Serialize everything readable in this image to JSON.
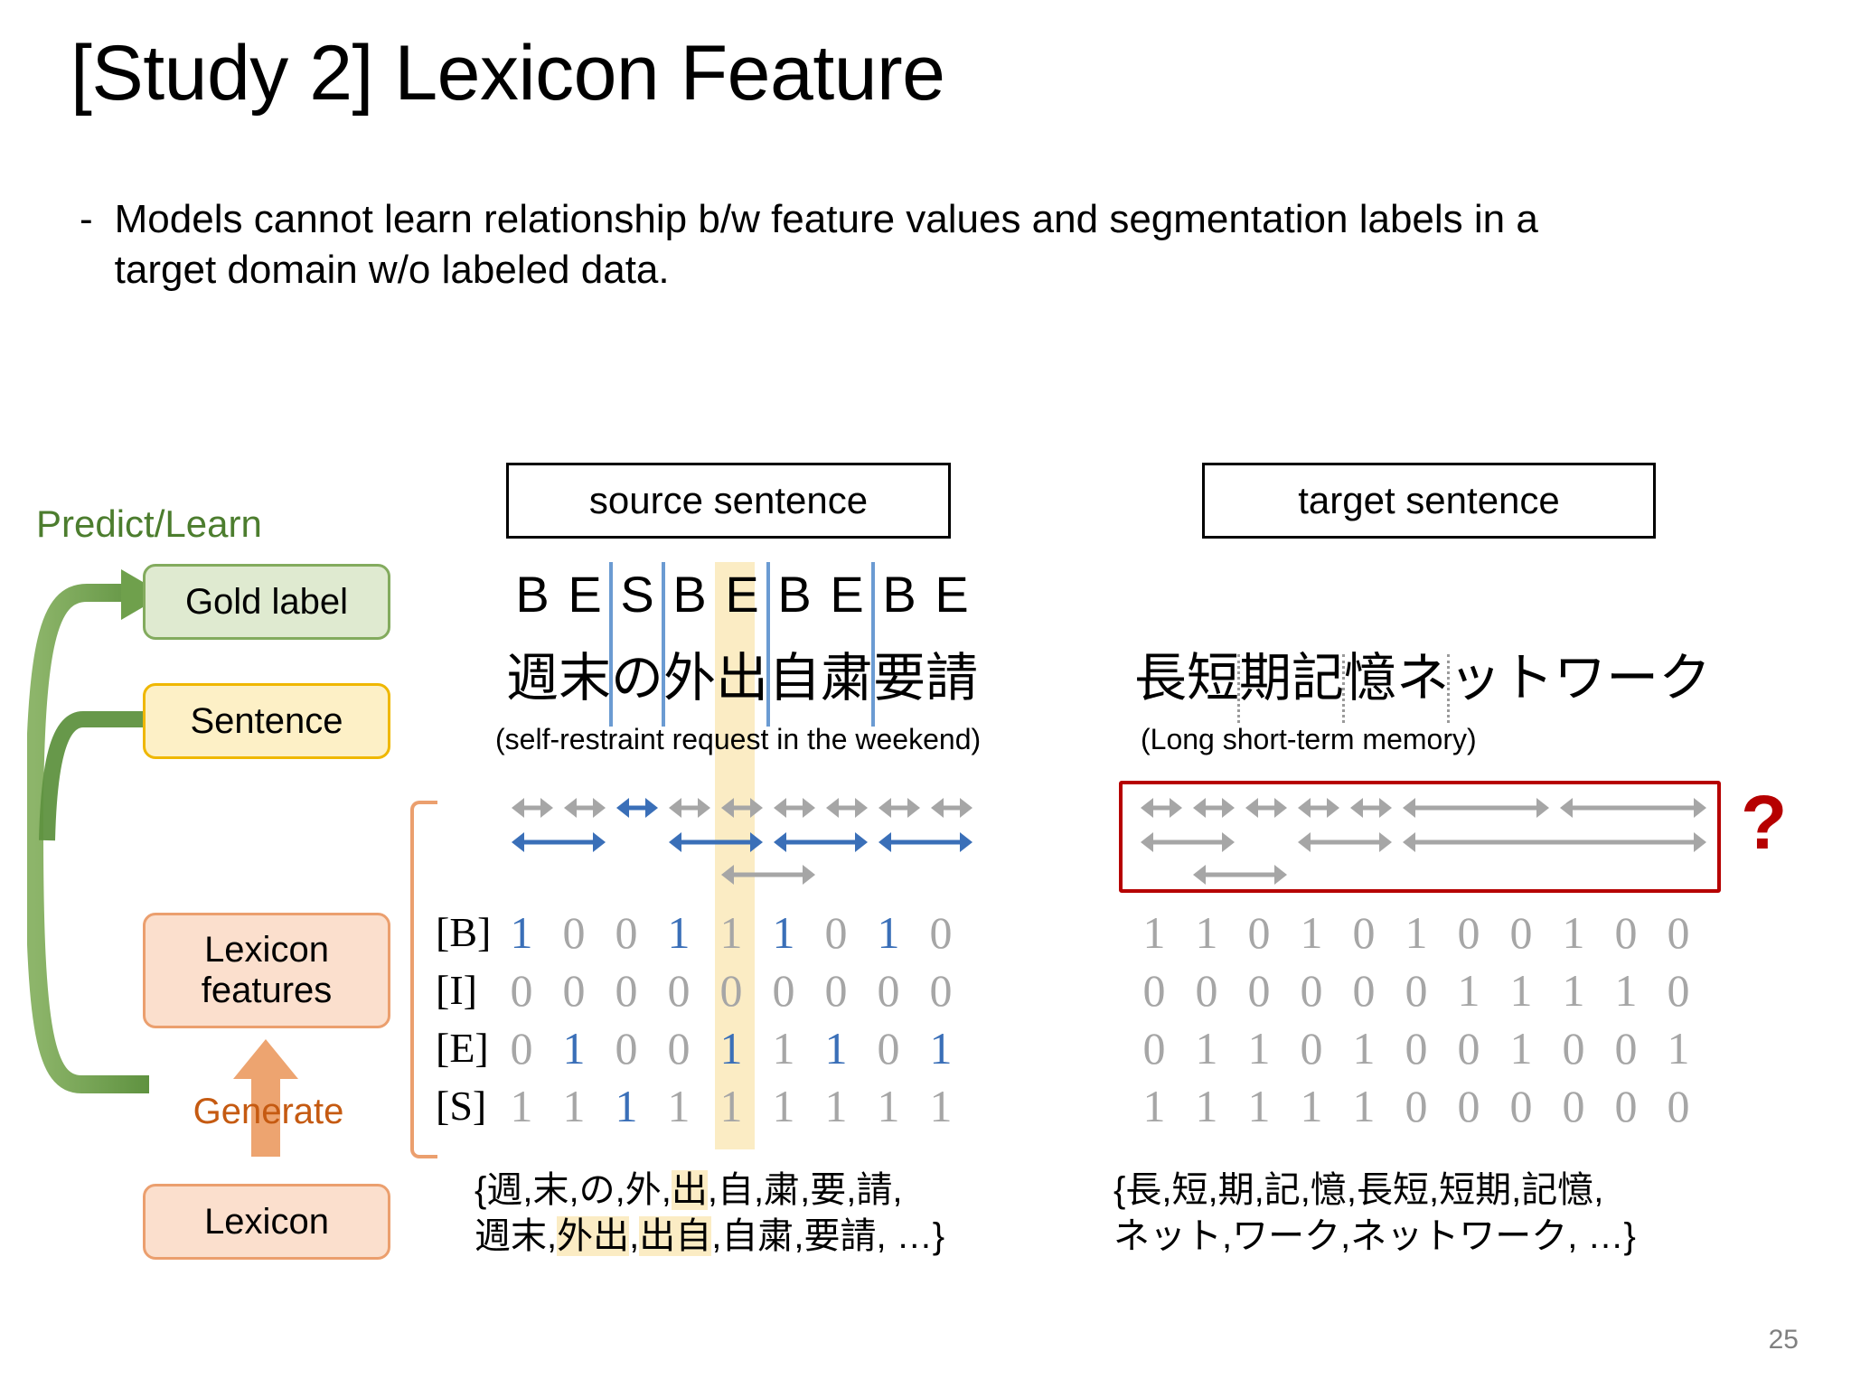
{
  "slide": {
    "title": "[Study 2] Lexicon Feature",
    "bullet_marker": "-",
    "bullet_text": "Models cannot learn relationship b/w feature values and segmentation labels in a target domain w/o labeled data.",
    "page_number": "25"
  },
  "sidebar": {
    "predict_learn_label": "Predict/Learn",
    "generate_label": "Generate",
    "boxes": [
      {
        "id": "gold-label",
        "label": "Gold label",
        "fill": "#dfead0",
        "border": "#83ab5e"
      },
      {
        "id": "sentence",
        "label": "Sentence",
        "fill": "#fdf0c6",
        "border": "#efb700"
      },
      {
        "id": "lexicon-features",
        "label": "Lexicon features",
        "fill": "#fbdfcd",
        "border": "#eb9f6e"
      },
      {
        "id": "lexicon",
        "label": "Lexicon",
        "fill": "#fbdfcd",
        "border": "#eb9f6e"
      }
    ]
  },
  "columns": {
    "source_header": "source sentence",
    "target_header": "target sentence"
  },
  "source": {
    "bies_labels": [
      "B",
      "E",
      "S",
      "B",
      "E",
      "B",
      "E",
      "B",
      "E"
    ],
    "characters": [
      "週",
      "末",
      "の",
      "外",
      "出",
      "自",
      "粛",
      "要",
      "請"
    ],
    "gloss": "(self-restraint request in the weekend)",
    "boundaries_after_index": [
      2,
      3,
      5,
      7
    ],
    "highlight_index": 5,
    "row_labels": [
      "[B]",
      "[I]",
      "[E]",
      "[S]"
    ],
    "matrix": [
      {
        "label": "[B]",
        "values": [
          "1",
          "0",
          "0",
          "1",
          "1",
          "1",
          "0",
          "1",
          "0"
        ],
        "blue": [
          0,
          3,
          5,
          7
        ]
      },
      {
        "label": "[I]",
        "values": [
          "0",
          "0",
          "0",
          "0",
          "0",
          "0",
          "0",
          "0",
          "0"
        ],
        "blue": []
      },
      {
        "label": "[E]",
        "values": [
          "0",
          "1",
          "0",
          "0",
          "1",
          "1",
          "1",
          "0",
          "1"
        ],
        "blue": [
          1,
          4,
          6,
          8
        ]
      },
      {
        "label": "[S]",
        "values": [
          "1",
          "1",
          "1",
          "1",
          "1",
          "1",
          "1",
          "1",
          "1"
        ],
        "blue": [
          2
        ]
      }
    ],
    "arrows": {
      "unigrams": [
        {
          "start": 0,
          "span": 1,
          "color": "gray"
        },
        {
          "start": 1,
          "span": 1,
          "color": "gray"
        },
        {
          "start": 2,
          "span": 1,
          "color": "blue"
        },
        {
          "start": 3,
          "span": 1,
          "color": "gray"
        },
        {
          "start": 4,
          "span": 1,
          "color": "gray"
        },
        {
          "start": 5,
          "span": 1,
          "color": "gray"
        },
        {
          "start": 6,
          "span": 1,
          "color": "gray"
        },
        {
          "start": 7,
          "span": 1,
          "color": "gray"
        },
        {
          "start": 8,
          "span": 1,
          "color": "gray"
        }
      ],
      "bigrams_row2": [
        {
          "start": 0,
          "span": 2,
          "color": "blue"
        },
        {
          "start": 3,
          "span": 2,
          "color": "blue"
        },
        {
          "start": 5,
          "span": 2,
          "color": "blue"
        },
        {
          "start": 7,
          "span": 2,
          "color": "blue"
        }
      ],
      "bigrams_row3": [
        {
          "start": 4,
          "span": 2,
          "color": "gray"
        }
      ]
    },
    "lexicon_line1": "{週,末,の,外,出,自,粛,要,請,",
    "lexicon_line2": "週末,外出,出自,自粛,要請, …}",
    "lexicon_tokens_line1": [
      {
        "t": "{",
        "hl": false
      },
      {
        "t": "週",
        "hl": false
      },
      {
        "t": ",",
        "hl": false
      },
      {
        "t": "末",
        "hl": false
      },
      {
        "t": ",",
        "hl": false
      },
      {
        "t": "の",
        "hl": false
      },
      {
        "t": ",",
        "hl": false
      },
      {
        "t": "外",
        "hl": false
      },
      {
        "t": ",",
        "hl": false
      },
      {
        "t": "出",
        "hl": true
      },
      {
        "t": ",",
        "hl": false
      },
      {
        "t": "自",
        "hl": false
      },
      {
        "t": ",",
        "hl": false
      },
      {
        "t": "粛",
        "hl": false
      },
      {
        "t": ",",
        "hl": false
      },
      {
        "t": "要",
        "hl": false
      },
      {
        "t": ",",
        "hl": false
      },
      {
        "t": "請",
        "hl": false
      },
      {
        "t": ",",
        "hl": false
      }
    ],
    "lexicon_tokens_line2": [
      {
        "t": "週末",
        "hl": false
      },
      {
        "t": ",",
        "hl": false
      },
      {
        "t": "外出",
        "hl": true
      },
      {
        "t": ",",
        "hl": false
      },
      {
        "t": "出自",
        "hl": true
      },
      {
        "t": ",",
        "hl": false
      },
      {
        "t": "自粛",
        "hl": false
      },
      {
        "t": ",",
        "hl": false
      },
      {
        "t": "要請",
        "hl": false
      },
      {
        "t": ", …}",
        "hl": false
      }
    ]
  },
  "target": {
    "characters": [
      "長",
      "短",
      "期",
      "記",
      "憶",
      "ネ",
      "ッ",
      "ト",
      "ワ",
      "ー",
      "ク"
    ],
    "gloss": "(Long short-term memory)",
    "boundaries_after_index": [
      1,
      3,
      5
    ],
    "unknown_marker": "?",
    "matrix": [
      {
        "values": [
          "1",
          "1",
          "0",
          "1",
          "0",
          "1",
          "0",
          "0",
          "1",
          "0",
          "0"
        ]
      },
      {
        "values": [
          "0",
          "0",
          "0",
          "0",
          "0",
          "0",
          "1",
          "1",
          "1",
          "1",
          "0"
        ]
      },
      {
        "values": [
          "0",
          "1",
          "1",
          "0",
          "1",
          "0",
          "0",
          "1",
          "0",
          "0",
          "1"
        ]
      },
      {
        "values": [
          "1",
          "1",
          "1",
          "1",
          "1",
          "0",
          "0",
          "0",
          "0",
          "0",
          "0"
        ]
      }
    ],
    "arrows": {
      "row1": [
        {
          "start": 0,
          "span": 1,
          "color": "gray"
        },
        {
          "start": 1,
          "span": 1,
          "color": "gray"
        },
        {
          "start": 2,
          "span": 1,
          "color": "gray"
        },
        {
          "start": 3,
          "span": 1,
          "color": "gray"
        },
        {
          "start": 4,
          "span": 1,
          "color": "gray"
        },
        {
          "start": 5,
          "span": 3,
          "color": "gray"
        },
        {
          "start": 8,
          "span": 3,
          "color": "gray"
        }
      ],
      "row2": [
        {
          "start": 0,
          "span": 2,
          "color": "gray"
        },
        {
          "start": 3,
          "span": 2,
          "color": "gray"
        },
        {
          "start": 5,
          "span": 6,
          "color": "gray"
        }
      ],
      "row3": [
        {
          "start": 1,
          "span": 2,
          "color": "gray"
        }
      ]
    },
    "lexicon_tokens_line1": [
      {
        "t": "{",
        "hl": false
      },
      {
        "t": "長",
        "hl": false
      },
      {
        "t": ",",
        "hl": false
      },
      {
        "t": "短",
        "hl": false
      },
      {
        "t": ",",
        "hl": false
      },
      {
        "t": "期",
        "hl": false
      },
      {
        "t": ",",
        "hl": false
      },
      {
        "t": "記",
        "hl": false
      },
      {
        "t": ",",
        "hl": false
      },
      {
        "t": "憶",
        "hl": false
      },
      {
        "t": ",",
        "hl": false
      },
      {
        "t": "長短",
        "hl": false
      },
      {
        "t": ",",
        "hl": false
      },
      {
        "t": "短期",
        "hl": false
      },
      {
        "t": ",",
        "hl": false
      },
      {
        "t": "記憶",
        "hl": false
      },
      {
        "t": ",",
        "hl": false
      }
    ],
    "lexicon_tokens_line2": [
      {
        "t": "ネット",
        "hl": false
      },
      {
        "t": ",",
        "hl": false
      },
      {
        "t": "ワーク",
        "hl": false
      },
      {
        "t": ",",
        "hl": false
      },
      {
        "t": "ネットワーク",
        "hl": false
      },
      {
        "t": ", …}",
        "hl": false
      }
    ]
  },
  "colors": {
    "blue_arrow": "#3a6fb8",
    "gray_arrow": "#a6a6a6",
    "separator_blue": "#6b9bd2",
    "highlight_yellow": "#fbecc4",
    "red_box": "#b60000",
    "green_text": "#4c7d2e",
    "orange_text": "#c55a11"
  }
}
